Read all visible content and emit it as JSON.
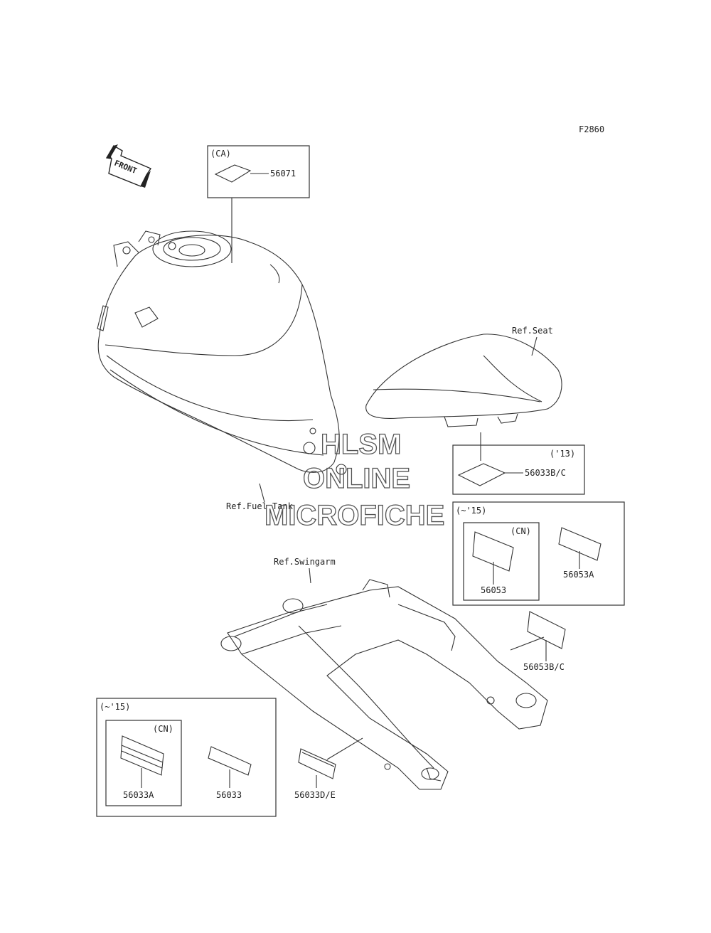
{
  "diagram_id": "F2860",
  "front_arrow_text": "FRONT",
  "watermark": [
    "HLSM",
    "ONLINE",
    "MICROFICHE"
  ],
  "refs": {
    "seat": "Ref.Seat",
    "fuel_tank": "Ref.Fuel Tank",
    "swingarm": "Ref.Swingarm"
  },
  "boxes": {
    "ca": {
      "title": "(CA)",
      "part": "56071"
    },
    "y13": {
      "title": "('13)",
      "part": "56033B/C"
    },
    "upto15_right": {
      "title": "(~'15)",
      "cn_title": "(CN)",
      "part_cn": "56053",
      "part": "56053A"
    },
    "upto15_left": {
      "title": "(~'15)",
      "cn_title": "(CN)",
      "part_cn": "56033A",
      "part": "56033"
    }
  },
  "loose_parts": {
    "p_56053bc": "56053B/C",
    "p_56033de": "56033D/E"
  }
}
